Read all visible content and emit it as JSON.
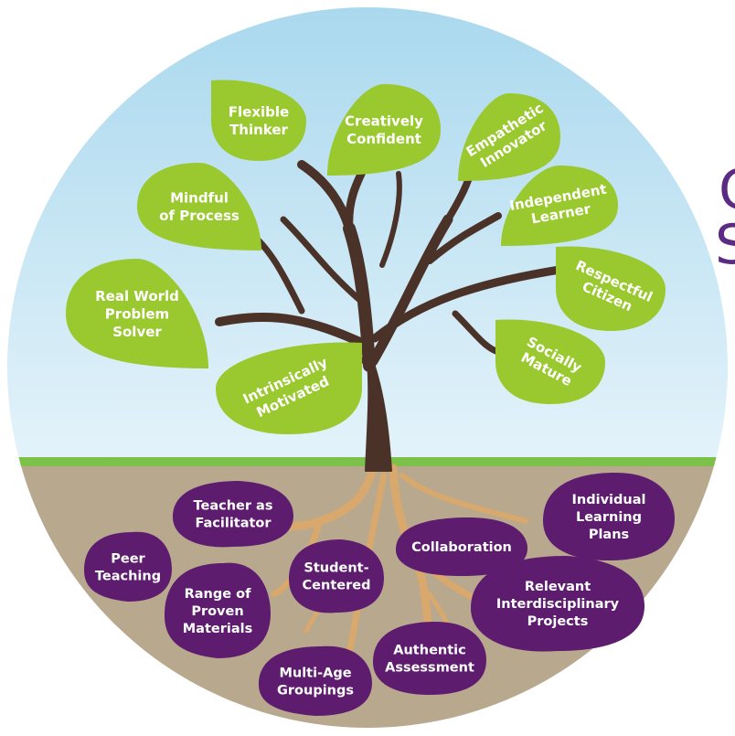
{
  "colors": {
    "sky_top": "#a9d8ee",
    "sky_bottom": "#e4f3fa",
    "grass": "#7cc24a",
    "soil": "#b8a88e",
    "trunk": "#4b3228",
    "roots": "#d9a86c",
    "leaf": "#9ac92f",
    "root_bubble": "#5e1c6f",
    "edge_text": "#5b2a83"
  },
  "edge_fragments": [
    "C",
    "S"
  ],
  "leaves": [
    {
      "id": "flexible-thinker",
      "lines": [
        "Flexible",
        "Thinker"
      ]
    },
    {
      "id": "creatively-confident",
      "lines": [
        "Creatively",
        "Confident"
      ]
    },
    {
      "id": "empathetic-innovator",
      "lines": [
        "Empathetic",
        "Innovator"
      ]
    },
    {
      "id": "mindful-of-process",
      "lines": [
        "Mindful",
        "of Process"
      ]
    },
    {
      "id": "independent-learner",
      "lines": [
        "Independent",
        "Learner"
      ]
    },
    {
      "id": "real-world-problem-solver",
      "lines": [
        "Real World",
        "Problem",
        "Solver"
      ]
    },
    {
      "id": "respectful-citizen",
      "lines": [
        "Respectful",
        "Citizen"
      ]
    },
    {
      "id": "socially-mature",
      "lines": [
        "Socially",
        "Mature"
      ]
    },
    {
      "id": "intrinsically-motivated",
      "lines": [
        "Intrinsically",
        "Motivated"
      ]
    }
  ],
  "roots": [
    {
      "id": "teacher-as-facilitator",
      "lines": [
        "Teacher as",
        "Facilitator"
      ]
    },
    {
      "id": "individual-learning-plans",
      "lines": [
        "Individual",
        "Learning",
        "Plans"
      ]
    },
    {
      "id": "peer-teaching",
      "lines": [
        "Peer",
        "Teaching"
      ]
    },
    {
      "id": "student-centered",
      "lines": [
        "Student-",
        "Centered"
      ]
    },
    {
      "id": "collaboration",
      "lines": [
        "Collaboration"
      ]
    },
    {
      "id": "range-of-proven-materials",
      "lines": [
        "Range of",
        "Proven",
        "Materials"
      ]
    },
    {
      "id": "relevant-interdisciplinary-projects",
      "lines": [
        "Relevant",
        "Interdisciplinary",
        "Projects"
      ]
    },
    {
      "id": "authentic-assessment",
      "lines": [
        "Authentic",
        "Assessment"
      ]
    },
    {
      "id": "multi-age-groupings",
      "lines": [
        "Multi-Age",
        "Groupings"
      ]
    }
  ]
}
